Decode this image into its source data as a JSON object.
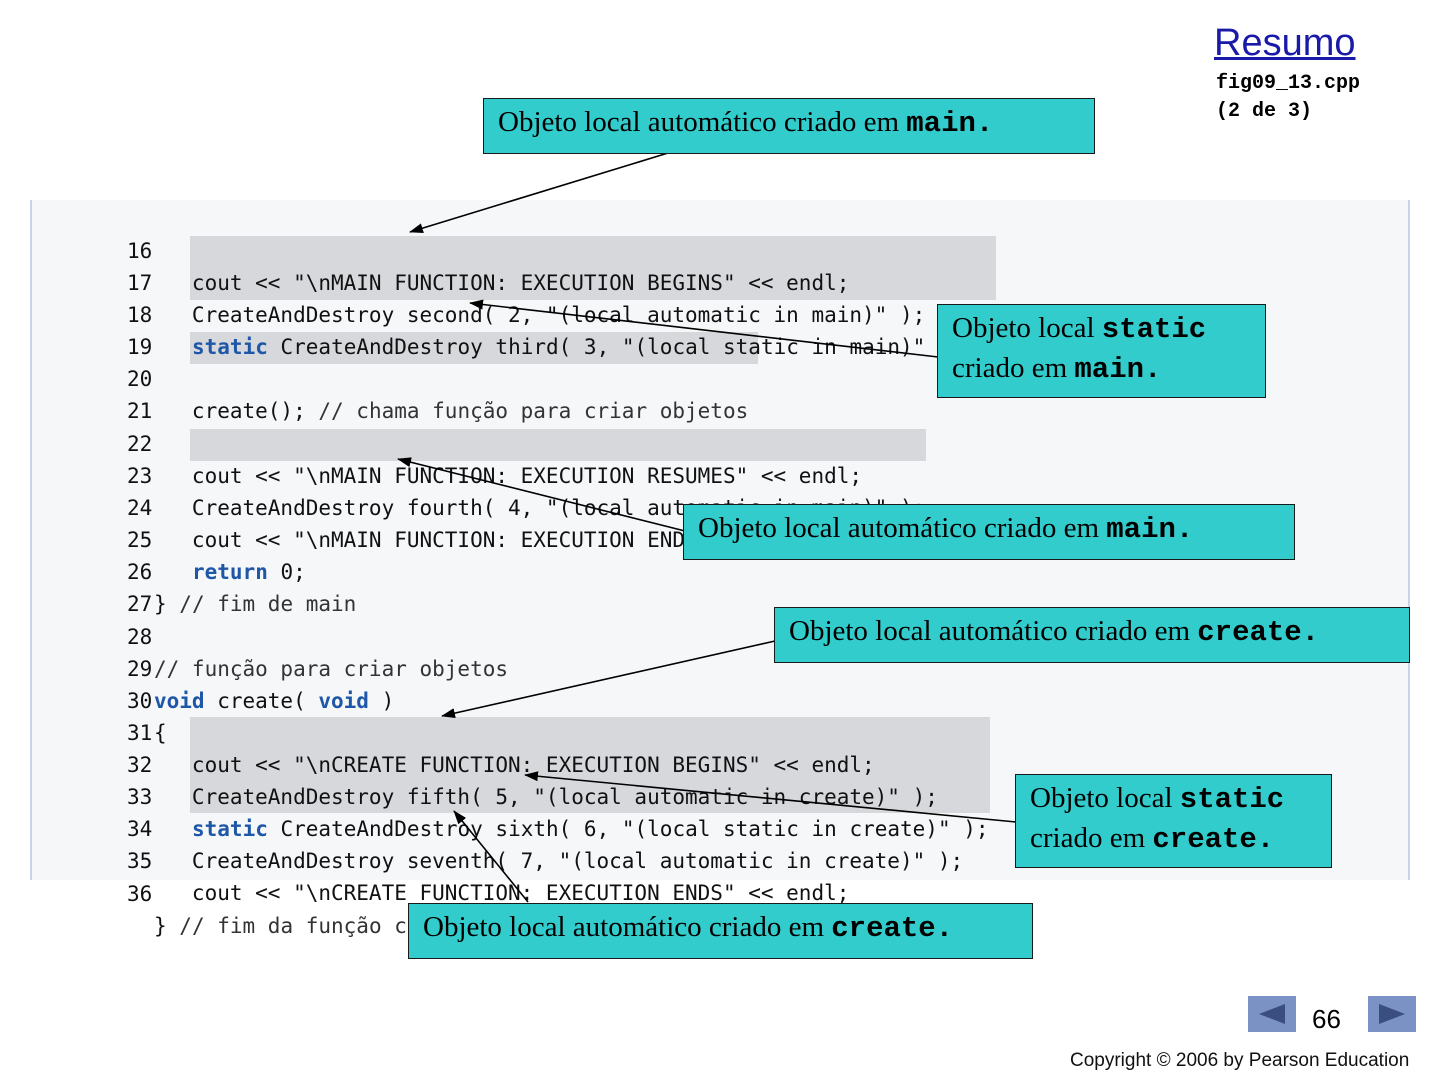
{
  "header": {
    "resumo_link": "Resumo",
    "file_name": "fig09_13.cpp",
    "file_part": "(2 de 3)"
  },
  "code": {
    "lines": [
      {
        "num": "16",
        "text": "   cout << \"\\nMAIN FUNCTION: EXECUTION BEGINS\" << endl;"
      },
      {
        "num": "17",
        "text": "   CreateAndDestroy second( 2, \"(local automatic in main)\" );"
      },
      {
        "num": "18",
        "kw": "static",
        "text": " CreateAndDestroy third( 3, \"(local static in main)\" );"
      },
      {
        "num": "19",
        "text": ""
      },
      {
        "num": "20",
        "text": "   create(); ",
        "comment": "// chama função para criar objetos"
      },
      {
        "num": "21",
        "text": ""
      },
      {
        "num": "22",
        "text": "   cout << \"\\nMAIN FUNCTION: EXECUTION RESUMES\" << endl;"
      },
      {
        "num": "23",
        "text": "   CreateAndDestroy fourth( 4, \"(local automatic in main)\" );"
      },
      {
        "num": "24",
        "text": "   cout << \"\\nMAIN FUNCTION: EXECUTION ENDS\" << endl;"
      },
      {
        "num": "25",
        "kw": "return",
        "text": " 0;"
      },
      {
        "num": "26",
        "text": "} ",
        "comment": "// fim de main"
      },
      {
        "num": "27",
        "text": ""
      },
      {
        "num": "28",
        "text": "",
        "comment": "// função para criar objetos"
      },
      {
        "num": "29",
        "kw": "void",
        "text": " create( ",
        "kw2": "void",
        "tail": " )"
      },
      {
        "num": "30",
        "text": "{"
      },
      {
        "num": "31",
        "text": "   cout << \"\\nCREATE FUNCTION: EXECUTION BEGINS\" << endl;"
      },
      {
        "num": "32",
        "text": "   CreateAndDestroy fifth( 5, \"(local automatic in create)\" );"
      },
      {
        "num": "33",
        "kw": "static",
        "text": " CreateAndDestroy sixth( 6, \"(local static in create)\" );"
      },
      {
        "num": "34",
        "text": "   CreateAndDestroy seventh( 7, \"(local automatic in create)\" );"
      },
      {
        "num": "35",
        "text": "   cout << \"\\nCREATE FUNCTION: EXECUTION ENDS\" << endl;"
      },
      {
        "num": "36",
        "text": "} ",
        "comment": "// fim da função create"
      }
    ]
  },
  "callouts": {
    "c1": {
      "text": "Objeto local automático criado em ",
      "mono": "main."
    },
    "c2": {
      "text1": "Objeto local ",
      "mono1": "static",
      "text2": "criado em ",
      "mono2": "main."
    },
    "c3": {
      "text": "Objeto local automático criado em ",
      "mono": "main."
    },
    "c4": {
      "text": "Objeto local automático criado em ",
      "mono": "create."
    },
    "c5": {
      "text1": "Objeto local ",
      "mono1": "static",
      "text2": "criado em ",
      "mono2": "create."
    },
    "c6": {
      "text": "Objeto local automático criado em ",
      "mono": "create."
    }
  },
  "footer": {
    "page_number": "66",
    "copyright": "Copyright © 2006 by Pearson Education"
  },
  "colors": {
    "callout_bg": "#33cccc",
    "keyword": "#1f57a8",
    "nav_button": "#7a93c4",
    "link": "#1a1aa8"
  },
  "icons": {
    "prev": "left-arrow-icon",
    "next": "right-arrow-icon"
  }
}
